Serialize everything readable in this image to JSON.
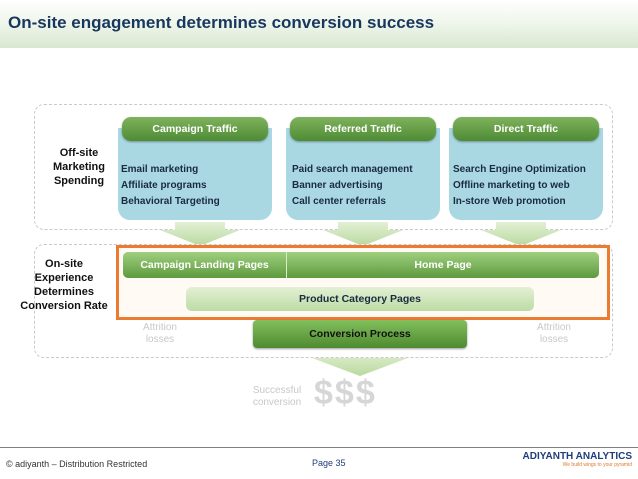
{
  "header": {
    "title": "On-site engagement determines conversion success"
  },
  "offsite": {
    "label_lines": [
      "Off-site",
      "Marketing",
      "Spending"
    ],
    "columns": [
      {
        "heading": "Campaign Traffic",
        "items": [
          "Email marketing",
          "Affiliate programs",
          "Behavioral Targeting"
        ]
      },
      {
        "heading": "Referred Traffic",
        "items": [
          "Paid search management",
          "Banner advertising",
          "Call center referrals"
        ]
      },
      {
        "heading": "Direct Traffic",
        "items": [
          "Search Engine Optimization",
          "Offline marketing to web",
          "In-store Web promotion"
        ]
      }
    ]
  },
  "onsite": {
    "label_lines": [
      "On-site",
      "Experience",
      "Determines",
      "Conversion Rate"
    ],
    "landing_pages": "Campaign Landing Pages",
    "home_page": "Home Page",
    "product_category": "Product Category Pages",
    "conversion_process": "Conversion Process",
    "attrition_left": [
      "Attrition",
      "losses"
    ],
    "attrition_right": [
      "Attrition",
      "losses"
    ]
  },
  "outcome": {
    "label_lines": [
      "Successful",
      "conversion"
    ],
    "symbol": "$$$"
  },
  "footer": {
    "copyright": "© adiyanth – Distribution Restricted",
    "page": "Page 35",
    "brand": "ADIYANTH ANALYTICS",
    "tagline": "We build wings to your pyramid"
  },
  "colors": {
    "title": "#17375e",
    "accent_orange": "#ec7b32",
    "green": "#5d9a3e",
    "column_blue": "#a9d8e3"
  }
}
